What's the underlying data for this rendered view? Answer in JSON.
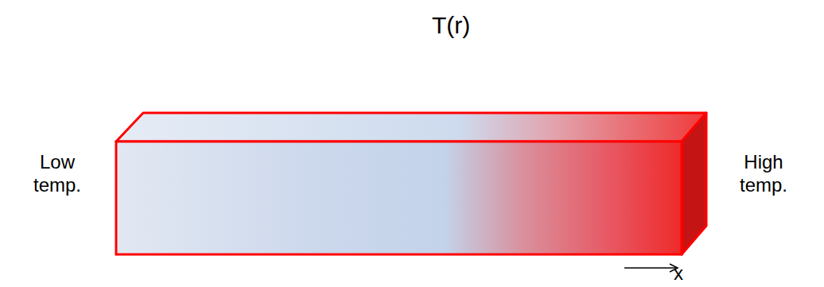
{
  "diagram": {
    "title": "T(r)",
    "labels": [
      "Low temp.",
      "High temp.",
      "x"
    ]
  }
}
